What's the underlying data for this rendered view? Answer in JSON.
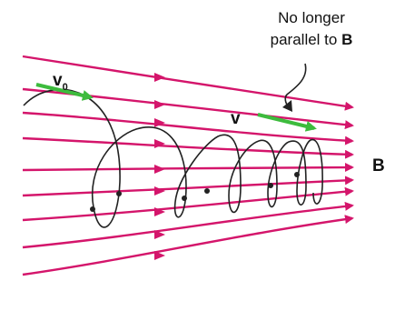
{
  "annotation": {
    "line1": "No longer",
    "line2_prefix": "parallel to ",
    "line2_bold": "B"
  },
  "labels": {
    "v0_main": "v",
    "v0_sub": "0",
    "v": "v",
    "field": "B"
  },
  "colors": {
    "field_lines": "#d4156b",
    "velocity_arrows": "#3dbb3d",
    "orbit": "#222222"
  },
  "icons": [
    "field-arrowhead-icon",
    "velocity-arrow-icon"
  ]
}
